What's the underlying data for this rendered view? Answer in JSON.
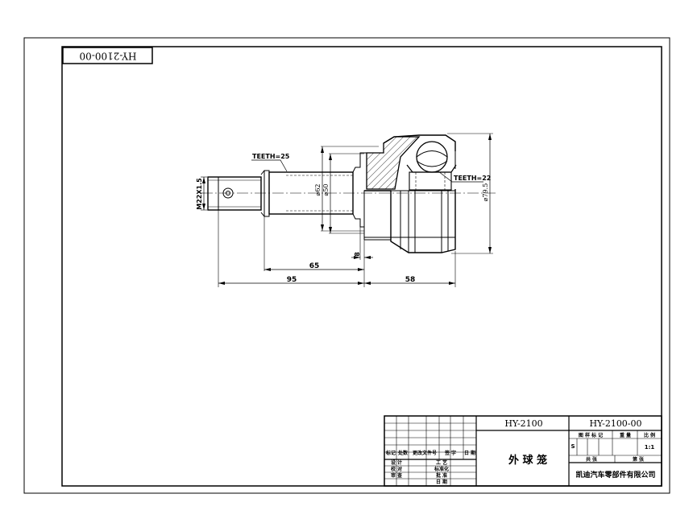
{
  "drawing_code_stamp": "HY-2100-00",
  "dimensions": {
    "teeth_shaft": "TEETH=25",
    "teeth_bell": "TEETH=22",
    "thread": "M22X1.5",
    "dia_62": "⌀62",
    "dia_50": "⌀50",
    "dia_79_5": "⌀79.5",
    "len_65": "65",
    "len_95": "95",
    "len_58": "58",
    "len_8": "8"
  },
  "title_block": {
    "model": "HY-2100",
    "drawing_no": "HY-2100-00",
    "part_name": "外 球 笼",
    "company": "凯迪汽车零部件有限公司",
    "hdr_graphic_mark": "图 样 标 记",
    "hdr_weight": "重 量",
    "hdr_scale": "比 例",
    "scale": "1:1",
    "graphic_mark": "S",
    "sheets_total": "共 张",
    "sheet_no": "第 张",
    "rev_headers": [
      "标记",
      "处数",
      "更改文件号",
      "签 字",
      "日 期"
    ],
    "sign_left": [
      "设 计",
      "校 对",
      "审 查"
    ],
    "sign_right": [
      "工 艺",
      "标准化",
      "批 准",
      "日 期"
    ]
  }
}
